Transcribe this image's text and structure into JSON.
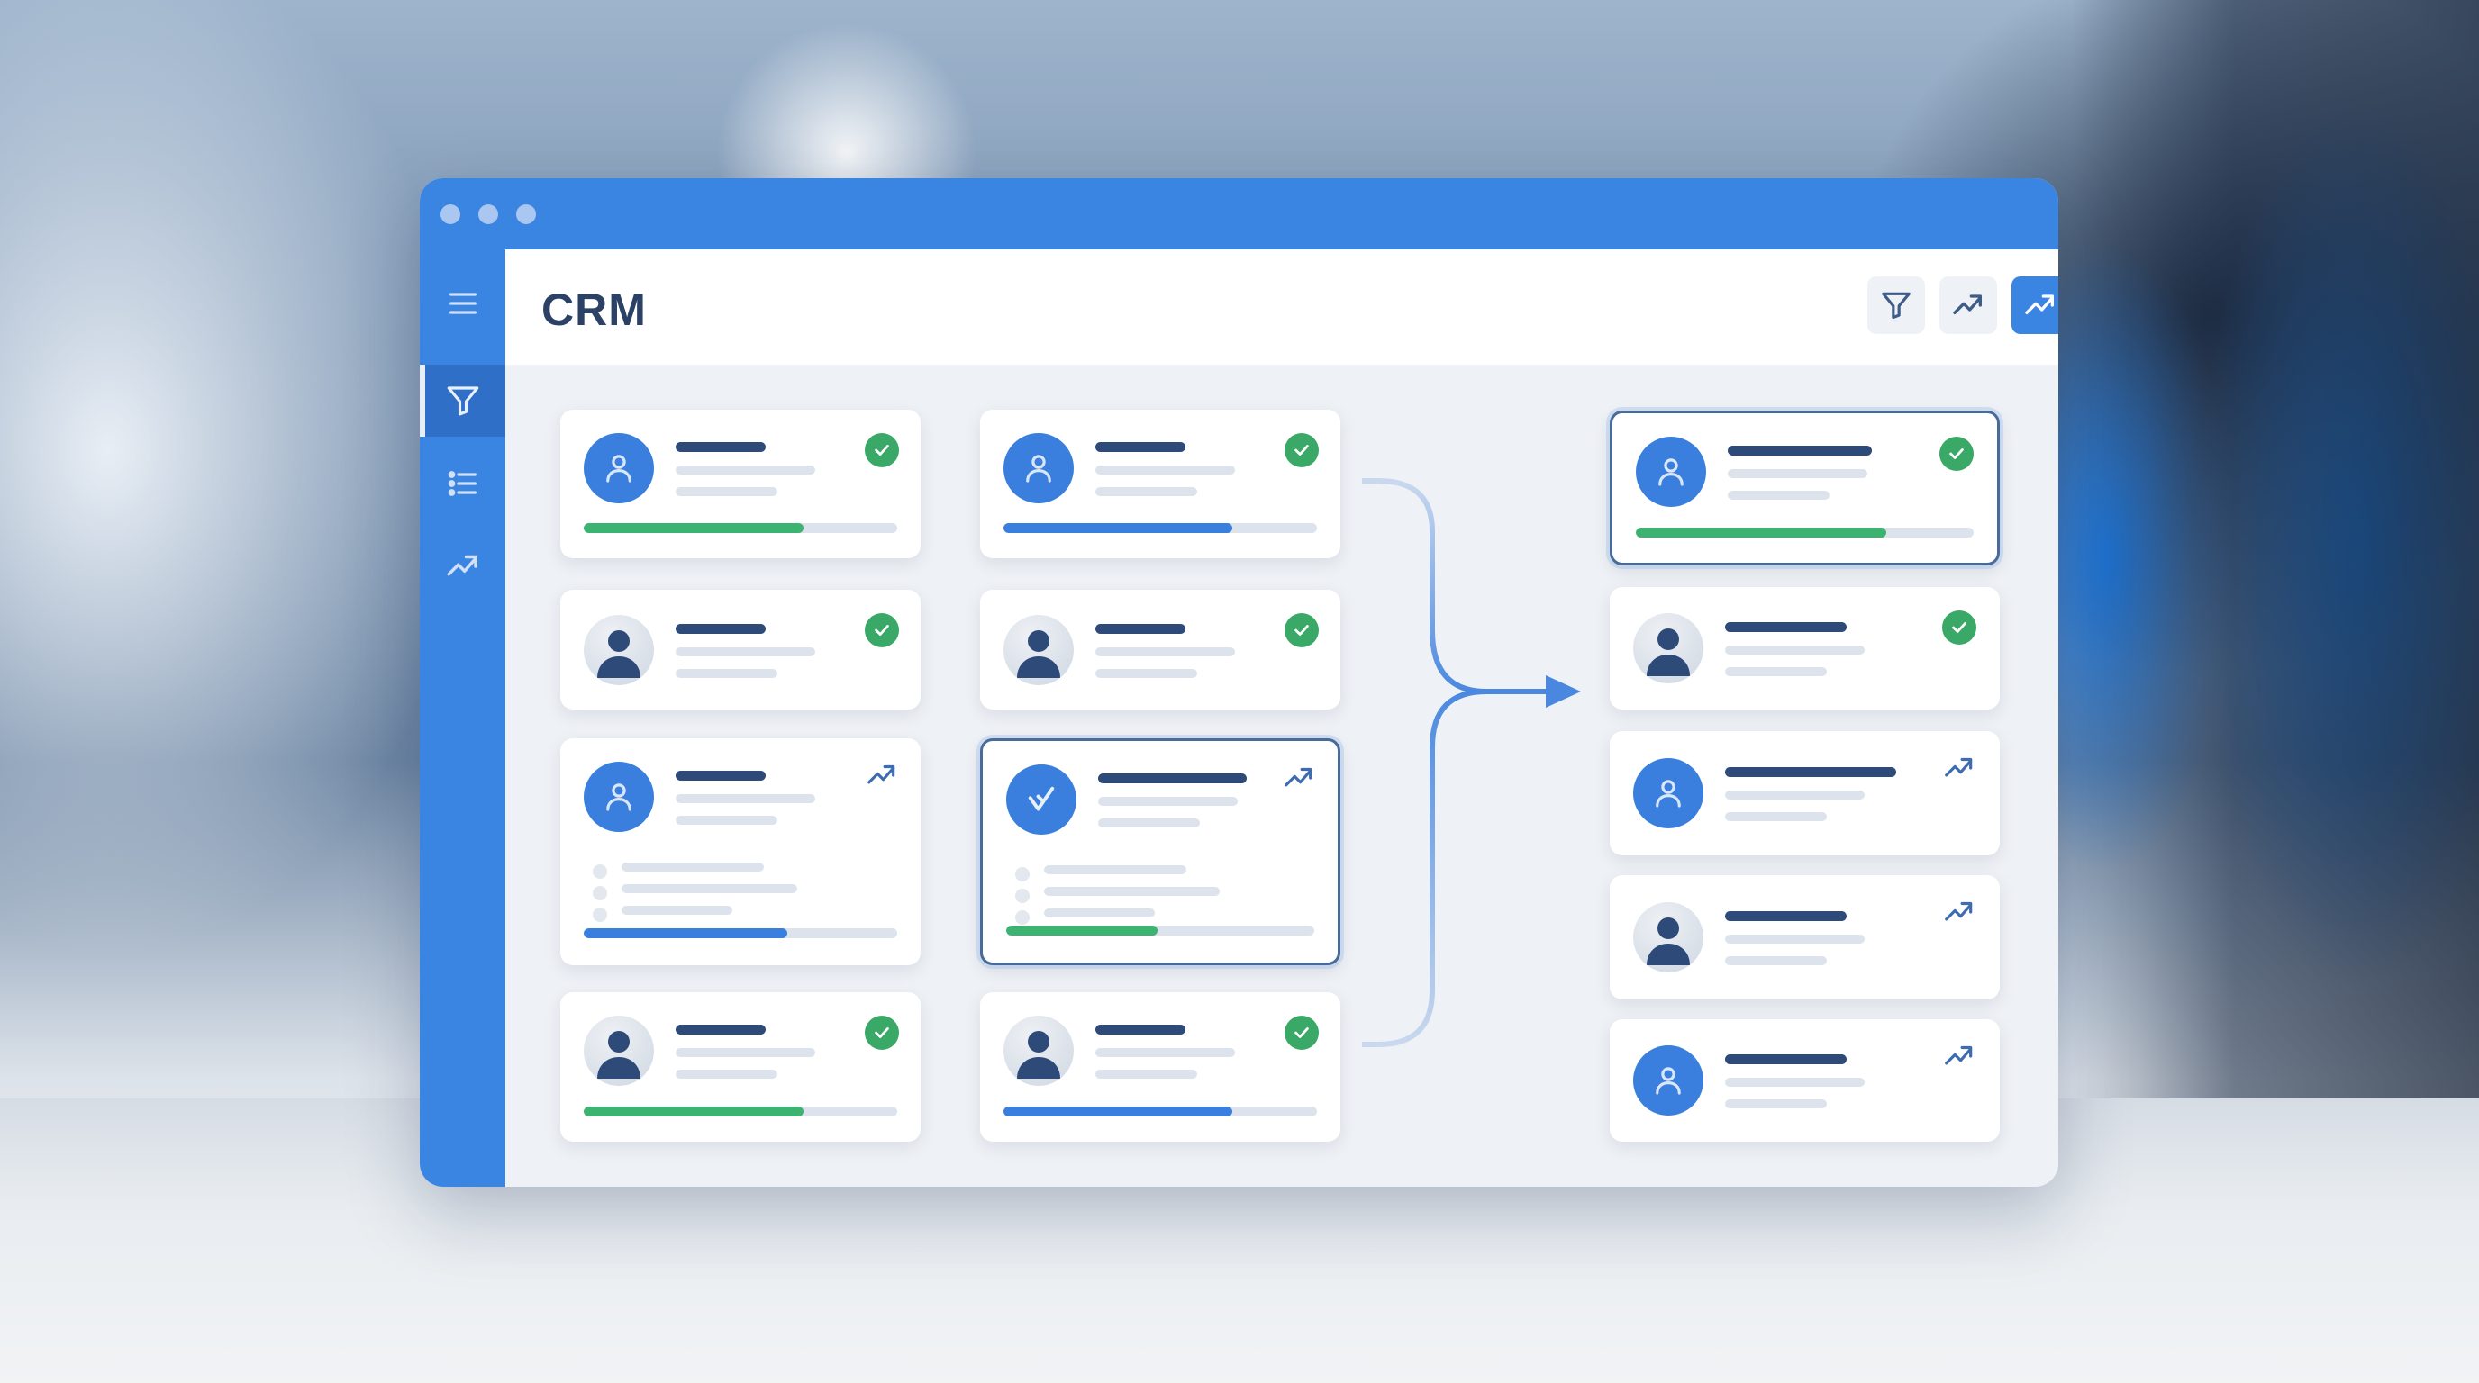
{
  "app": {
    "title": "CRM",
    "window_dots": 3
  },
  "colors": {
    "brand_blue": "#3a84e2",
    "sidebar_active": "#2f6fc7",
    "title_text": "#2b4266",
    "success_green": "#3cb371",
    "progress_blue": "#3a7fdd",
    "skeleton": "#dde3ec",
    "content_bg": "#eef1f5"
  },
  "sidebar": {
    "items": [
      {
        "icon": "menu-icon",
        "active": false
      },
      {
        "icon": "filter-icon",
        "active": true
      },
      {
        "icon": "list-icon",
        "active": false
      },
      {
        "icon": "trending-up-icon",
        "active": false
      }
    ]
  },
  "header": {
    "actions": [
      {
        "icon": "filter-icon",
        "style": "secondary"
      },
      {
        "icon": "trending-up-icon",
        "style": "secondary"
      },
      {
        "icon": "trending-up-icon",
        "style": "primary"
      }
    ]
  },
  "board": {
    "columns": [
      {
        "cards": [
          {
            "avatar": "outline-blue",
            "status": "check",
            "progress": 70,
            "progress_color": "green",
            "expanded": false
          },
          {
            "avatar": "solid-gray",
            "status": "check",
            "progress": null,
            "expanded": false
          },
          {
            "avatar": "outline-blue",
            "status": "trend",
            "progress": 65,
            "progress_color": "blue",
            "expanded": true
          },
          {
            "avatar": "solid-gray",
            "status": "check",
            "progress": 70,
            "progress_color": "green",
            "expanded": false
          }
        ]
      },
      {
        "cards": [
          {
            "avatar": "outline-blue",
            "status": "check",
            "progress": 73,
            "progress_color": "blue",
            "expanded": false
          },
          {
            "avatar": "solid-gray",
            "status": "check",
            "progress": null,
            "expanded": false
          },
          {
            "avatar": "verified-blue",
            "status": "trend",
            "progress": 49,
            "progress_color": "green",
            "expanded": true,
            "selected": true
          },
          {
            "avatar": "solid-gray",
            "status": "check",
            "progress": 73,
            "progress_color": "blue",
            "expanded": false
          }
        ]
      },
      {
        "cards": [
          {
            "avatar": "outline-blue",
            "status": "check",
            "progress": 74,
            "progress_color": "green",
            "selected": true
          },
          {
            "avatar": "solid-gray",
            "status": "check",
            "progress": null
          },
          {
            "avatar": "outline-blue",
            "status": "trend",
            "progress": null
          },
          {
            "avatar": "solid-gray",
            "status": "trend",
            "progress": null
          },
          {
            "avatar": "outline-blue",
            "status": "trend",
            "progress": null
          }
        ]
      }
    ],
    "connector": {
      "from": "columns 1-2",
      "to": "column 3",
      "arrow": "merge-right"
    }
  }
}
